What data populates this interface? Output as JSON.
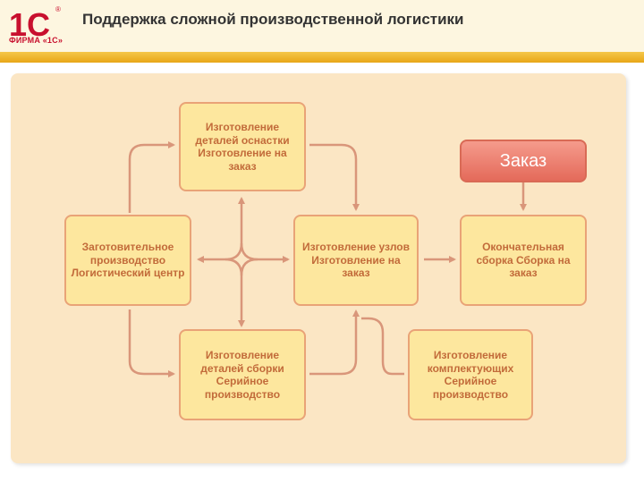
{
  "header": {
    "title": "Поддержка сложной производственной логистики",
    "logo_text": "ФИРМА «1С»",
    "logo_mark": "1С",
    "registered_mark": "®"
  },
  "colors": {
    "node_fill": "#fde79e",
    "node_border": "#e9a377",
    "node_text": "#c26b3a",
    "order_fill": "#e46a5a",
    "arrow": "#d9967a",
    "brand": "#c8102e"
  },
  "nodes": {
    "tooling": "Изготовление деталей оснастки Изготовление на заказ",
    "procurement": "Заготовительное производство Логистический центр",
    "assemblies": "Изготовление узлов Изготовление на заказ",
    "final_assembly": "Окончательная сборка Сборка на заказ",
    "assembly_parts": "Изготовление деталей сборки Серийное производство",
    "components": "Изготовление комплектующих Серийное производство",
    "order": "Заказ"
  }
}
